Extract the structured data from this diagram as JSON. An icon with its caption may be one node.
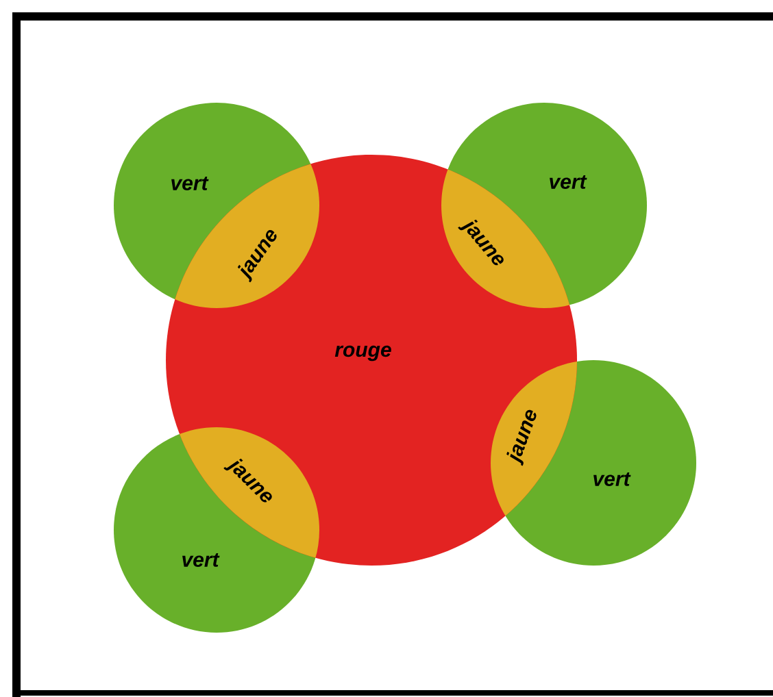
{
  "diagram": {
    "nodes": [
      {
        "text": [
          "rouge"
        ]
      },
      {
        "text": [
          "vert"
        ]
      },
      {
        "text": [
          "jaune"
        ]
      },
      {
        "text": [
          "vert"
        ]
      },
      {
        "text": [
          "jaune"
        ]
      },
      {
        "text": [
          "jaune"
        ]
      },
      {
        "text": [
          "vert"
        ]
      },
      {
        "text": [
          "jaune"
        ]
      },
      {
        "text": [
          "vert"
        ]
      }
    ]
  }
}
